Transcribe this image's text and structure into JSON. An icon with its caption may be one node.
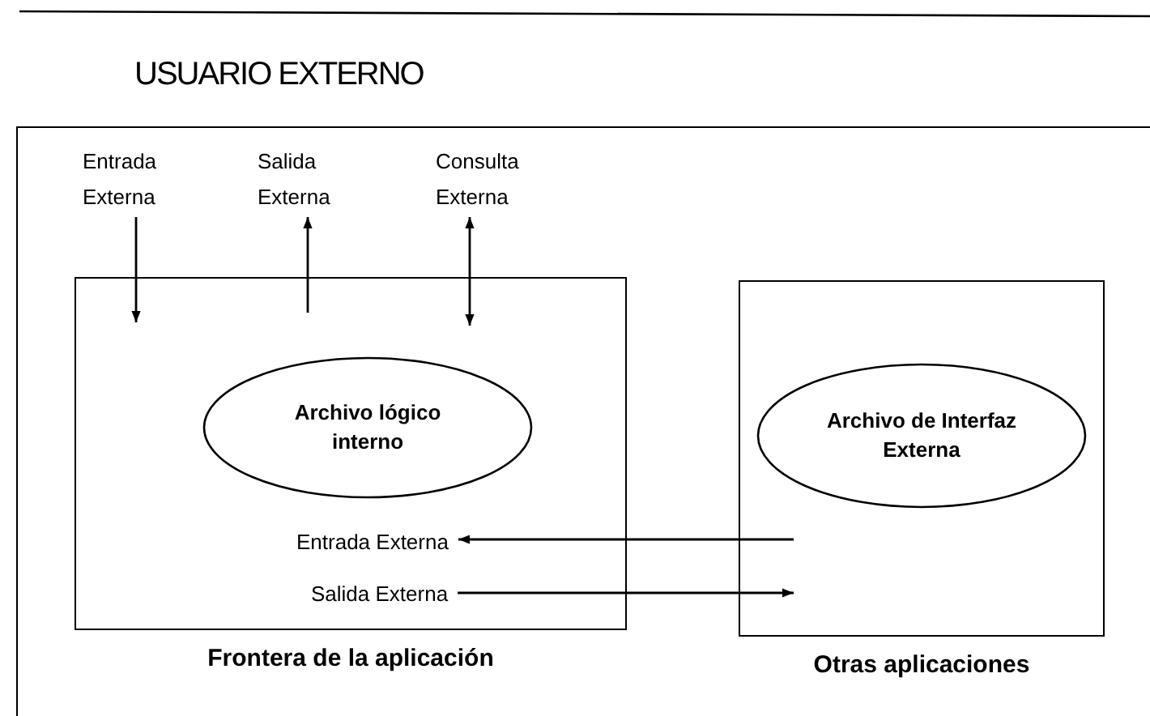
{
  "diagram": {
    "nodes": [
      {
        "text": [
          "USUARIO EXTERNO"
        ]
      },
      {
        "text": [
          "Entrada Externa"
        ],
        "in": 0
      },
      {
        "text": [
          "Salida Externa"
        ],
        "in": 0
      },
      {
        "text": [
          "Consulta Externa"
        ],
        "in": 0
      },
      {
        "text": [
          "Frontera de la aplicación"
        ],
        "in": 0
      },
      {
        "text": [
          "Archivo lógico interno"
        ],
        "in": 4
      },
      {
        "text": [
          "Entrada Externa"
        ],
        "in": 4
      },
      {
        "text": [
          "Salida Externa"
        ],
        "in": 4
      },
      {
        "text": [
          "Otras aplicaciones"
        ],
        "in": 0
      },
      {
        "text": [
          "Archivo de Interfaz Externa"
        ],
        "in": 8
      }
    ],
    "edges": [
      {
        "from": 1,
        "to": 4,
        "arrow": "to"
      },
      {
        "from": 4,
        "to": 2,
        "arrow": "to"
      },
      {
        "from": 3,
        "to": 4,
        "arrow": "both"
      },
      {
        "from": 8,
        "to": 6,
        "arrow": "to"
      },
      {
        "from": 7,
        "to": 8,
        "arrow": "to"
      }
    ]
  }
}
